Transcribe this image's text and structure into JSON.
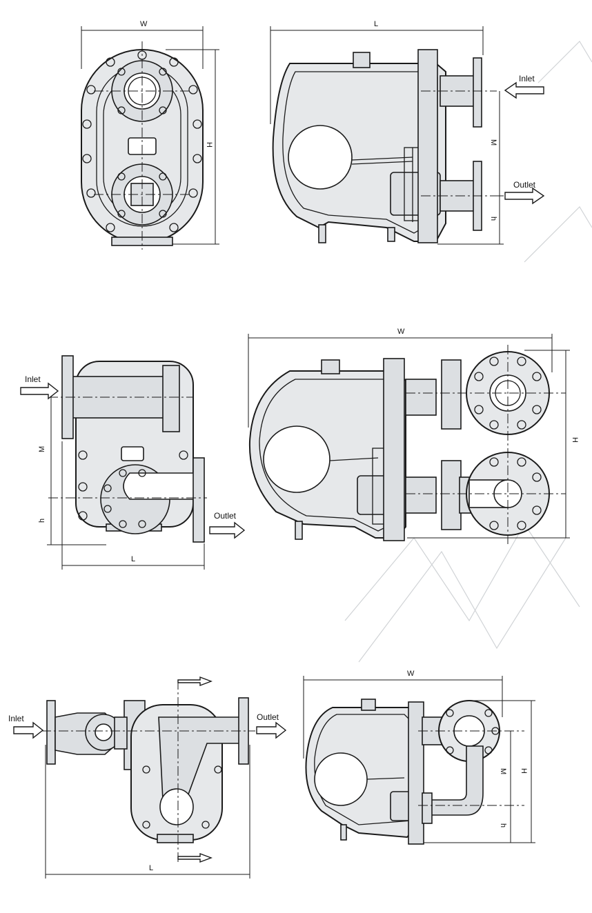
{
  "top_row": {
    "front_view": {
      "dim_width": "W",
      "dim_height": "H"
    },
    "side_view": {
      "dim_length": "L",
      "dim_M": "M",
      "dim_h": "h",
      "inlet": "Inlet",
      "outlet": "Outlet"
    }
  },
  "middle_row": {
    "front_view": {
      "dim_M": "M",
      "dim_h": "h",
      "dim_length": "L",
      "inlet": "Inlet",
      "outlet": "Outlet"
    },
    "side_view": {
      "dim_width": "W",
      "dim_height": "H"
    }
  },
  "bottom_row": {
    "front_view": {
      "dim_length": "L",
      "inlet": "Inlet",
      "outlet": "Outlet"
    },
    "side_view": {
      "dim_width": "W",
      "dim_height": "H",
      "dim_M": "M",
      "dim_h": "h"
    }
  }
}
